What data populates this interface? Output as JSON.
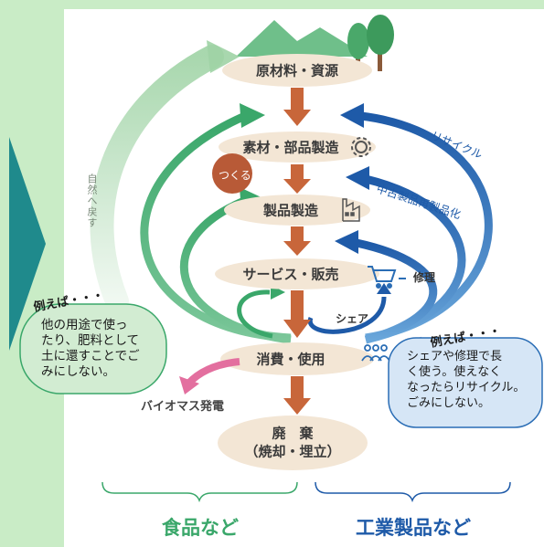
{
  "stages": {
    "raw_materials": "原材料・資源",
    "parts": "素材・部品製造",
    "products": "製品製造",
    "service": "サービス・販売",
    "consumption": "消費・使用",
    "disposal_1": "廃　棄",
    "disposal_2": "（焼却・埋立）"
  },
  "tags": {
    "make": "つくる",
    "return_to_nature": "自然へ戻す",
    "recycle": "リサイクル",
    "remanufacture": "中古製品再製品化",
    "repair": "修理",
    "share": "シェア",
    "biomass": "バイオマス発電"
  },
  "left_bubble": {
    "head": "例えば・・・",
    "lines": [
      "他の用途で使っ",
      "たり、肥料として",
      "土に還すことでご",
      "みにしない。"
    ]
  },
  "right_bubble": {
    "head": "例えば・・・",
    "lines": [
      "シェアや修理で長",
      "く使う。使えなく",
      "なったらリサイクル。",
      "ごみにしない。"
    ]
  },
  "bottom": {
    "food": "食品など",
    "industrial": "工業製品など"
  },
  "colors": {
    "background": "#c9ecc6",
    "chevron": "#1f8a8c",
    "green_arrow": "#3aa76a",
    "blue_arrow": "#1e5aa8",
    "down_arrow": "#c8663a",
    "stage_fill": "#f3e6d5",
    "pink_arrow": "#e36f9f"
  }
}
